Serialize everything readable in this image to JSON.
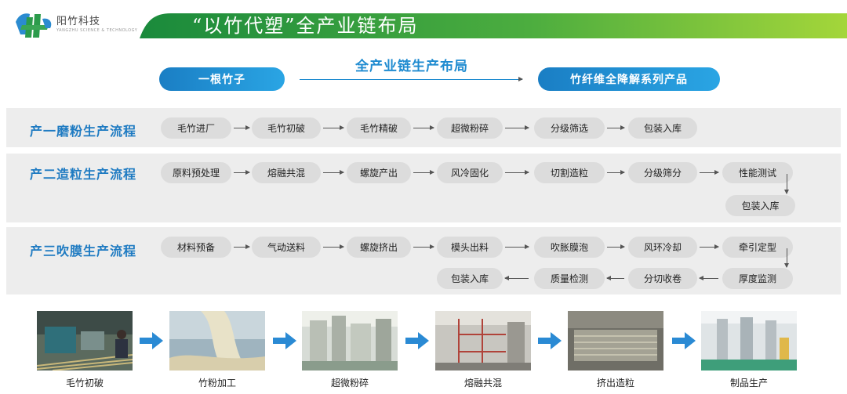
{
  "header": {
    "company_name": "阳竹科技",
    "company_sub": "YANGZHU SCIENCE & TECHNOLOGY",
    "title": "“以竹代塑”全产业链布局"
  },
  "top_flow": {
    "source": "一根竹子",
    "chain_label": "全产业链生产布局",
    "target": "竹纤维全降解系列产品"
  },
  "rows": [
    {
      "label": "产一磨粉生产流程",
      "steps": [
        "毛竹进厂",
        "毛竹初破",
        "毛竹精破",
        "超微粉碎",
        "分级筛选",
        "包装入库"
      ]
    },
    {
      "label": "产二造粒生产流程",
      "steps": [
        "原料预处理",
        "熔融共混",
        "螺旋产出",
        "风冷固化",
        "切割造粒",
        "分级筛分",
        "性能测试",
        "包装入库"
      ]
    },
    {
      "label": "产三吹膜生产流程",
      "steps": [
        "材料预备",
        "气动送料",
        "螺旋挤出",
        "模头出料",
        "吹胀膜泡",
        "风环冷却",
        "牵引定型",
        "厚度监测",
        "分切收卷",
        "质量检测",
        "包装入库"
      ]
    }
  ],
  "photos": [
    {
      "caption": "毛竹初破"
    },
    {
      "caption": "竹粉加工"
    },
    {
      "caption": "超微粉碎"
    },
    {
      "caption": "熔融共混"
    },
    {
      "caption": "挤出造粒"
    },
    {
      "caption": "制品生产"
    }
  ],
  "colors": {
    "title_gradient_start": "#1a8a3c",
    "title_gradient_end": "#a4d63a",
    "label_blue": "#1f7bc2",
    "pill_blue_start": "#1a7ec4",
    "pill_blue_end": "#2aa5e4",
    "photo_arrow": "#2a8ad4"
  }
}
